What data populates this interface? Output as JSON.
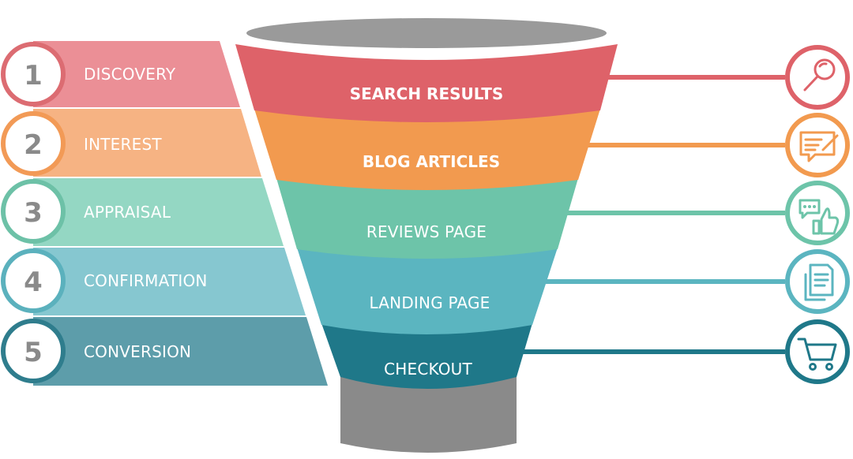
{
  "stages": [
    {
      "number": "1",
      "name": "DISCOVERY",
      "color": "#eb8f96",
      "ring": "#dc6c72"
    },
    {
      "number": "2",
      "name": "INTEREST",
      "color": "#f6b383",
      "ring": "#f29a56"
    },
    {
      "number": "3",
      "name": "APPRAISAL",
      "color": "#94d7c3",
      "ring": "#6dc1a7"
    },
    {
      "number": "4",
      "name": "CONFIRMATION",
      "color": "#86c7d0",
      "ring": "#5bb1bd"
    },
    {
      "number": "5",
      "name": "CONVERSION",
      "color": "#5d9daa",
      "ring": "#2f7d8d"
    }
  ],
  "funnel_layers": [
    {
      "label": "SEARCH RESULTS",
      "color": "#de6269",
      "icon": "magnifier-icon"
    },
    {
      "label": "BLOG ARTICLES",
      "color": "#f29a4f",
      "icon": "document-pen-icon"
    },
    {
      "label": "REVIEWS PAGE",
      "color": "#6dc4a9",
      "icon": "chat-thumbs-up-icon"
    },
    {
      "label": "LANDING PAGE",
      "color": "#5bb5c0",
      "icon": "pages-icon"
    },
    {
      "label": "CHECKOUT",
      "color": "#1f7889",
      "icon": "shopping-cart-icon"
    }
  ],
  "colors": {
    "funnel_rim": "#9a9a9a",
    "funnel_stem": "#8a8a8a"
  }
}
